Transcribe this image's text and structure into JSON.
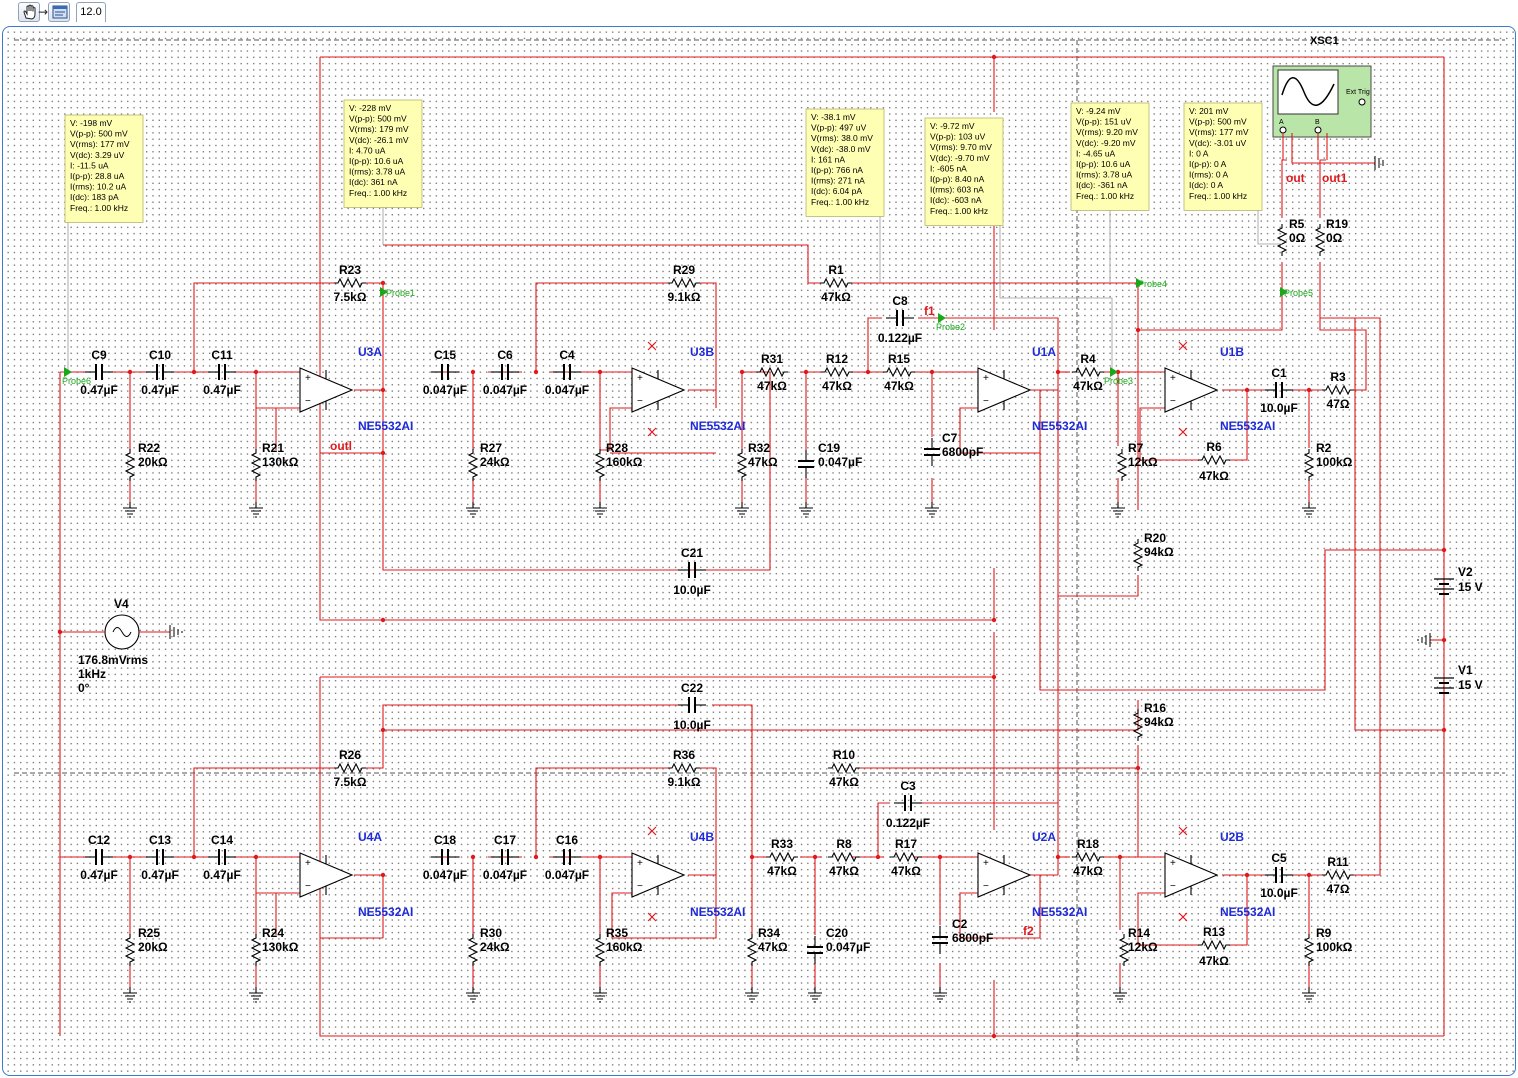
{
  "toolbar": {
    "zoom": "12.0",
    "icons": [
      "hand-cursor-icon",
      "arrow-icon",
      "select-icon"
    ]
  },
  "colors": {
    "wire": "#e0191c",
    "part": "#000000",
    "opamp_label": "#1e2ad8",
    "probe": "#1aa81a",
    "net_label": "#e0191c",
    "probe_box": "#ffffb4",
    "scope_body": "#b9e6a8"
  },
  "sheet": {
    "title": "XSC1"
  },
  "meters": [
    {
      "id": "probe6",
      "lines": [
        "V: -198 mV",
        "V(p-p): 500 mV",
        "V(rms): 177 mV",
        "V(dc): 3.29 uV",
        "I: -11.5 uA",
        "I(p-p): 28.8 uA",
        "I(rms): 10.2 uA",
        "I(dc): 183 pA",
        "Freq.: 1.00 kHz"
      ]
    },
    {
      "id": "probe1",
      "lines": [
        "V: -228 mV",
        "V(p-p): 500 mV",
        "V(rms): 179 mV",
        "V(dc): -26.1 mV",
        "I: 4.70 uA",
        "I(p-p): 10.6 uA",
        "I(rms): 3.78 uA",
        "I(dc): 361 nA",
        "Freq.: 1.00 kHz"
      ]
    },
    {
      "id": "probe2",
      "lines": [
        "V: -38.1 mV",
        "V(p-p): 497 uV",
        "V(rms): 38.0 mV",
        "V(dc): -38.0 mV",
        "I: 161 nA",
        "I(p-p): 766 nA",
        "I(rms): 271 nA",
        "I(dc): 6.04 pA",
        "Freq.: 1.00 kHz"
      ]
    },
    {
      "id": "probe3",
      "lines": [
        "V: -9.72 mV",
        "V(p-p): 103 uV",
        "V(rms): 9.70 mV",
        "V(dc): -9.70 mV",
        "I: -605 nA",
        "I(p-p): 8.40 nA",
        "I(rms): 603 nA",
        "I(dc): -603 nA",
        "Freq.: 1.00 kHz"
      ]
    },
    {
      "id": "probe4",
      "lines": [
        "V: -9.24 mV",
        "V(p-p): 151 uV",
        "V(rms): 9.20 mV",
        "V(dc): -9.20 mV",
        "I: -4.65 uA",
        "I(p-p): 10.6 uA",
        "I(rms): 3.78 uA",
        "I(dc): -361 nA",
        "Freq.: 1.00 kHz"
      ]
    },
    {
      "id": "probe5",
      "lines": [
        "V: 201 mV",
        "V(p-p): 500 mV",
        "V(rms): 177 mV",
        "V(dc): -3.01 uV",
        "I: 0 A",
        "I(p-p): 0 A",
        "I(rms): 0 A",
        "I(dc): 0 A",
        "Freq.: 1.00 kHz"
      ]
    }
  ],
  "probes": [
    "Probe6",
    "Probe1",
    "Probe2",
    "Probe3",
    "Probe4",
    "Probe5"
  ],
  "net_labels": [
    "out",
    "out1",
    "outl",
    "f1",
    "f2"
  ],
  "opamps": [
    {
      "ref": "U3A",
      "model": "NE5532AI"
    },
    {
      "ref": "U3B",
      "model": "NE5532AI"
    },
    {
      "ref": "U1A",
      "model": "NE5532AI"
    },
    {
      "ref": "U1B",
      "model": "NE5532AI"
    },
    {
      "ref": "U4A",
      "model": "NE5532AI"
    },
    {
      "ref": "U4B",
      "model": "NE5532AI"
    },
    {
      "ref": "U2A",
      "model": "NE5532AI"
    },
    {
      "ref": "U2B",
      "model": "NE5532AI"
    }
  ],
  "components": [
    {
      "ref": "C9",
      "value": "0.47µF"
    },
    {
      "ref": "C10",
      "value": "0.47µF"
    },
    {
      "ref": "C11",
      "value": "0.47µF"
    },
    {
      "ref": "R22",
      "value": "20kΩ"
    },
    {
      "ref": "R21",
      "value": "130kΩ"
    },
    {
      "ref": "R23",
      "value": "7.5kΩ"
    },
    {
      "ref": "C15",
      "value": "0.047µF"
    },
    {
      "ref": "C6",
      "value": "0.047µF"
    },
    {
      "ref": "C4",
      "value": "0.047µF"
    },
    {
      "ref": "R27",
      "value": "24kΩ"
    },
    {
      "ref": "R28",
      "value": "160kΩ"
    },
    {
      "ref": "R29",
      "value": "9.1kΩ"
    },
    {
      "ref": "R31",
      "value": "47kΩ"
    },
    {
      "ref": "R32",
      "value": "47kΩ"
    },
    {
      "ref": "R12",
      "value": "47kΩ"
    },
    {
      "ref": "C19",
      "value": "0.047µF"
    },
    {
      "ref": "R1",
      "value": "47kΩ"
    },
    {
      "ref": "C8",
      "value": "0.122µF"
    },
    {
      "ref": "R15",
      "value": "47kΩ"
    },
    {
      "ref": "C7",
      "value": "6800pF"
    },
    {
      "ref": "R4",
      "value": "47kΩ"
    },
    {
      "ref": "R7",
      "value": "12kΩ"
    },
    {
      "ref": "R6",
      "value": "47kΩ"
    },
    {
      "ref": "C1",
      "value": "10.0µF"
    },
    {
      "ref": "R3",
      "value": "47Ω"
    },
    {
      "ref": "R2",
      "value": "100kΩ"
    },
    {
      "ref": "R5",
      "value": "0Ω"
    },
    {
      "ref": "R19",
      "value": "0Ω"
    },
    {
      "ref": "R20",
      "value": "94kΩ"
    },
    {
      "ref": "C21",
      "value": "10.0µF"
    },
    {
      "ref": "C12",
      "value": "0.47µF"
    },
    {
      "ref": "C13",
      "value": "0.47µF"
    },
    {
      "ref": "C14",
      "value": "0.47µF"
    },
    {
      "ref": "R25",
      "value": "20kΩ"
    },
    {
      "ref": "R24",
      "value": "130kΩ"
    },
    {
      "ref": "R26",
      "value": "7.5kΩ"
    },
    {
      "ref": "C18",
      "value": "0.047µF"
    },
    {
      "ref": "C17",
      "value": "0.047µF"
    },
    {
      "ref": "C16",
      "value": "0.047µF"
    },
    {
      "ref": "R30",
      "value": "24kΩ"
    },
    {
      "ref": "R35",
      "value": "160kΩ"
    },
    {
      "ref": "R36",
      "value": "9.1kΩ"
    },
    {
      "ref": "R33",
      "value": "47kΩ"
    },
    {
      "ref": "R34",
      "value": "47kΩ"
    },
    {
      "ref": "R8",
      "value": "47kΩ"
    },
    {
      "ref": "C20",
      "value": "0.047µF"
    },
    {
      "ref": "R10",
      "value": "47kΩ"
    },
    {
      "ref": "C3",
      "value": "0.122µF"
    },
    {
      "ref": "R17",
      "value": "47kΩ"
    },
    {
      "ref": "C2",
      "value": "6800pF"
    },
    {
      "ref": "R18",
      "value": "47kΩ"
    },
    {
      "ref": "R14",
      "value": "12kΩ"
    },
    {
      "ref": "R13",
      "value": "47kΩ"
    },
    {
      "ref": "C5",
      "value": "10.0µF"
    },
    {
      "ref": "R11",
      "value": "47Ω"
    },
    {
      "ref": "R9",
      "value": "100kΩ"
    },
    {
      "ref": "R16",
      "value": "94kΩ"
    },
    {
      "ref": "C22",
      "value": "10.0µF"
    }
  ],
  "sources": [
    {
      "ref": "V4",
      "lines": [
        "176.8mVrms",
        "1kHz",
        "0°"
      ]
    },
    {
      "ref": "V2",
      "value": "15 V"
    },
    {
      "ref": "V1",
      "value": "15 V"
    }
  ],
  "oscilloscope": {
    "ext_trig": "Ext Trig",
    "channels": [
      "A",
      "B"
    ]
  }
}
